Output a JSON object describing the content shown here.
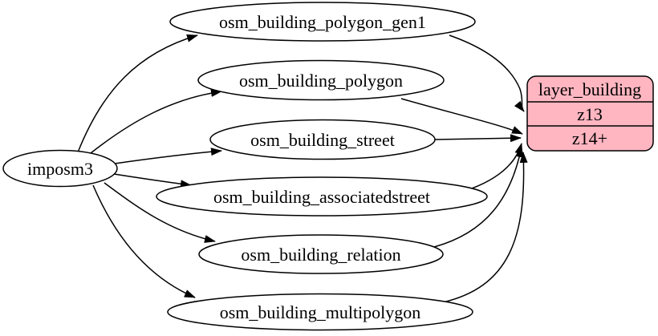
{
  "diagram": {
    "type": "graphviz-digraph",
    "direction": "left-to-right",
    "colors": {
      "background": "#ffffff",
      "table_fill": "#ffffff",
      "record_fill": "#ffb6c1",
      "stroke": "#000000",
      "text": "#000000"
    }
  },
  "nodes": {
    "source": {
      "label": "imposm3"
    },
    "tables": [
      {
        "label": "osm_building_polygon_gen1"
      },
      {
        "label": "osm_building_polygon"
      },
      {
        "label": "osm_building_street"
      },
      {
        "label": "osm_building_associatedstreet"
      },
      {
        "label": "osm_building_relation"
      },
      {
        "label": "osm_building_multipolygon"
      }
    ],
    "layer": {
      "title": "layer_building",
      "rows": [
        {
          "label": "z13"
        },
        {
          "label": "z14+"
        }
      ]
    }
  },
  "edges": [
    {
      "from": "imposm3",
      "to": "osm_building_polygon_gen1"
    },
    {
      "from": "imposm3",
      "to": "osm_building_polygon"
    },
    {
      "from": "imposm3",
      "to": "osm_building_street"
    },
    {
      "from": "imposm3",
      "to": "osm_building_associatedstreet"
    },
    {
      "from": "imposm3",
      "to": "osm_building_relation"
    },
    {
      "from": "imposm3",
      "to": "osm_building_multipolygon"
    },
    {
      "from": "osm_building_polygon_gen1",
      "to": "layer_building.z13"
    },
    {
      "from": "osm_building_polygon",
      "to": "layer_building.z14+"
    },
    {
      "from": "osm_building_street",
      "to": "layer_building.z14+"
    },
    {
      "from": "osm_building_associatedstreet",
      "to": "layer_building.z14+"
    },
    {
      "from": "osm_building_relation",
      "to": "layer_building.z14+"
    },
    {
      "from": "osm_building_multipolygon",
      "to": "layer_building.z14+"
    }
  ]
}
